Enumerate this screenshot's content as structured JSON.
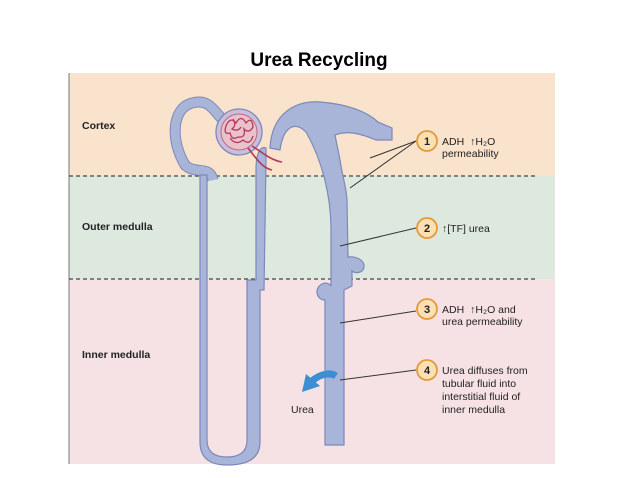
{
  "title": "Urea Recycling",
  "zones": {
    "cortex": "Cortex",
    "outer_medulla": "Outer medulla",
    "inner_medulla": "Inner medulla"
  },
  "steps": [
    {
      "number": "1",
      "line1_prefix": "ADH",
      "line1_suffix": "H₂O",
      "line2": "permeability"
    },
    {
      "number": "2",
      "line1_prefix": "",
      "line1_suffix": "[TF] urea",
      "line2": ""
    },
    {
      "number": "3",
      "line1_prefix": "ADH",
      "line1_suffix": "H₂O and",
      "line2": "urea permeability"
    },
    {
      "number": "4",
      "line1": "Urea diffuses from",
      "line2": "tubular fluid into",
      "line3": "interstitial fluid of",
      "line4": "inner medulla"
    }
  ],
  "urea_label": "Urea",
  "colors": {
    "cortex_bg": "#f9e3cd",
    "outer_medulla_bg": "#dde8de",
    "inner_medulla_bg": "#f6e2e4",
    "tubule_fill": "#a9b5d8",
    "tubule_stroke": "#7c89ba",
    "circle_fill": "#fbe0b4",
    "circle_stroke": "#e49a3a",
    "arrow_blue": "#3d8ed2"
  }
}
